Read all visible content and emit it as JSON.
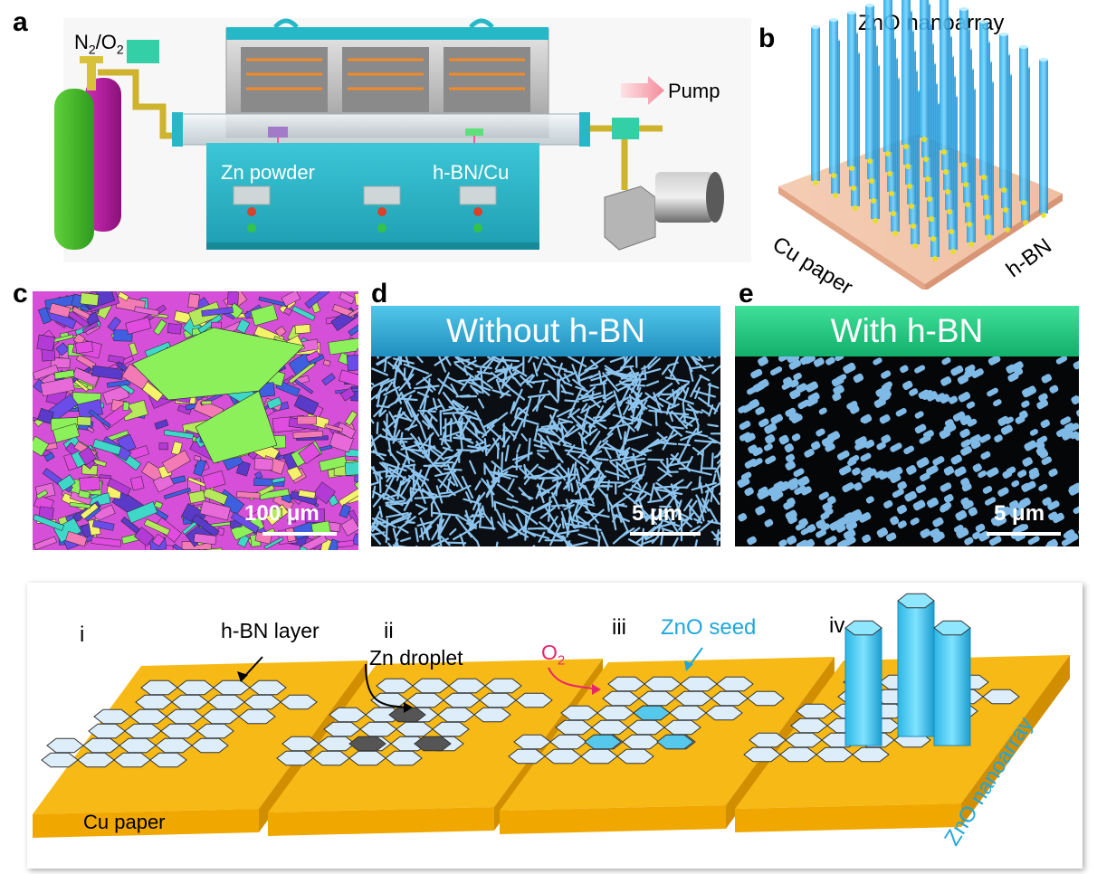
{
  "panels": {
    "a": {
      "letter": "a",
      "gas_label": "N",
      "gas_sub1": "2",
      "gas_mid": "/O",
      "gas_sub2": "2",
      "pump_label": "Pump",
      "zn_label": "Zn powder",
      "hbn_label": "h-BN/Cu"
    },
    "b": {
      "letter": "b",
      "title": "ZnO nanoarray",
      "cu_label": "Cu paper",
      "hbn_label": "h-BN"
    },
    "c": {
      "letter": "c",
      "scale": "100 μm"
    },
    "d": {
      "letter": "d",
      "banner": "Without h-BN",
      "scale": "5 μm"
    },
    "e": {
      "letter": "e",
      "banner": "With h-BN",
      "scale": "5 μm"
    },
    "f": {
      "letter": "f",
      "steps": [
        "i",
        "ii",
        "iii",
        "iv"
      ],
      "hbn_layer": "h-BN layer",
      "zn_droplet": "Zn droplet",
      "o2_main": "O",
      "o2_sub": "2",
      "zno_seed": "ZnO seed",
      "zno_nanoarray": "ZnO nanoarray",
      "cu_paper": "Cu paper"
    }
  },
  "colors": {
    "teal": "#2bb3c4",
    "cyan": "#29b6e8",
    "green_banner": "#1fce84",
    "blue_banner": "#2ba8d8",
    "gold": "#f6b915",
    "hex_fill": "#ddeefa",
    "o2_pink": "#e8246e",
    "sem_blue": "#7fb9e6"
  }
}
